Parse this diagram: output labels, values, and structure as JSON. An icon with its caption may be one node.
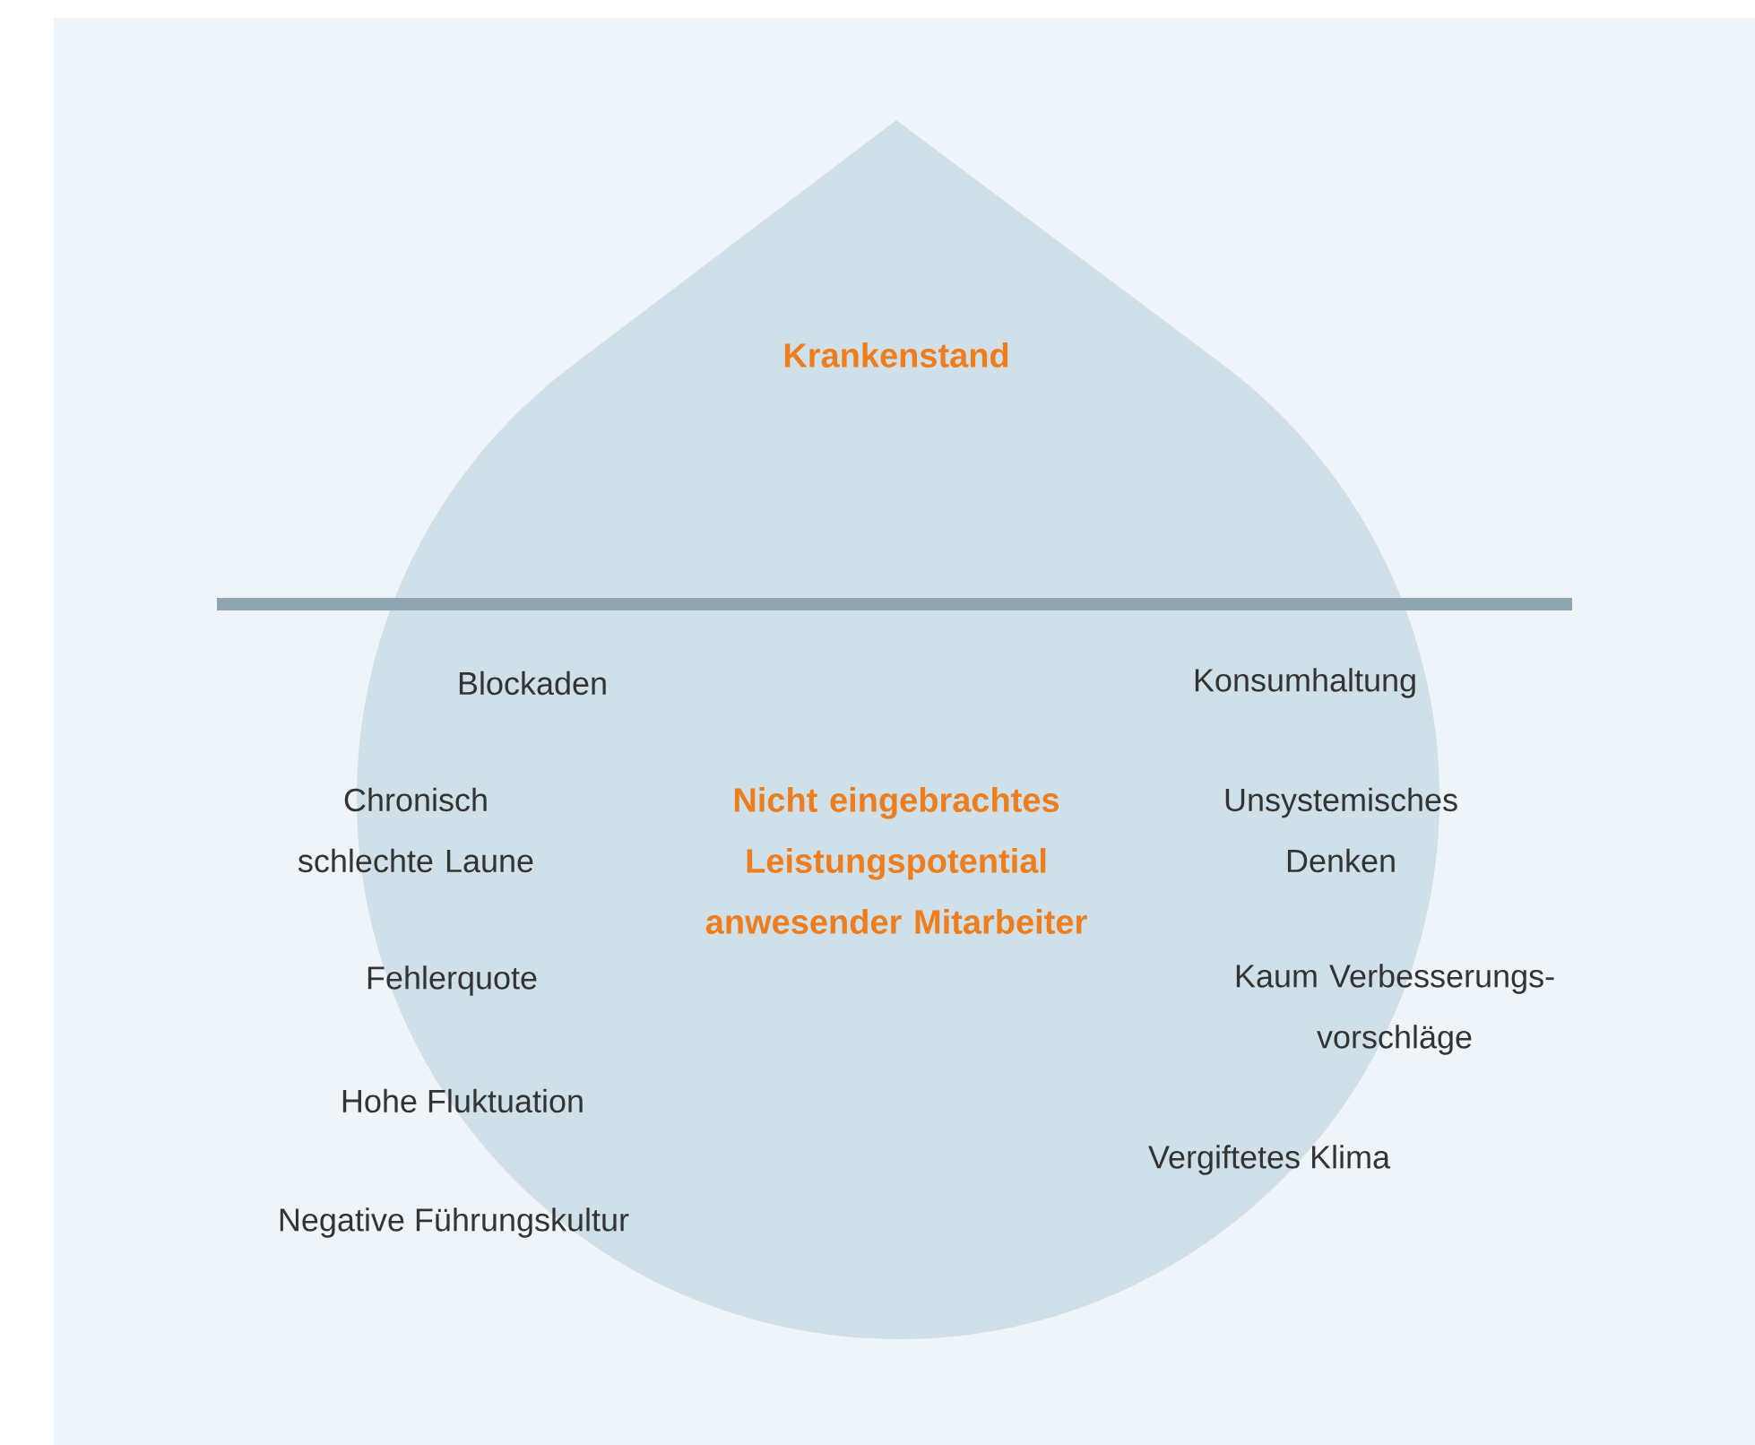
{
  "diagram": {
    "nodes": [
      {
        "text": [
          "Krankenstand",
          "Nicht eingebrachtes Leistungspotential anwesender Mitarbeiter"
        ]
      }
    ],
    "labels": [
      "Blockaden",
      "Konsumhaltung",
      "Chronisch schlechte Laune",
      "Unsystemisches Denken",
      "Fehlerquote",
      "Kaum Verbesserungs- vorschläge",
      "Hohe Fluktuation",
      "Vergiftetes Klima",
      "Negative Führungskultur"
    ]
  }
}
